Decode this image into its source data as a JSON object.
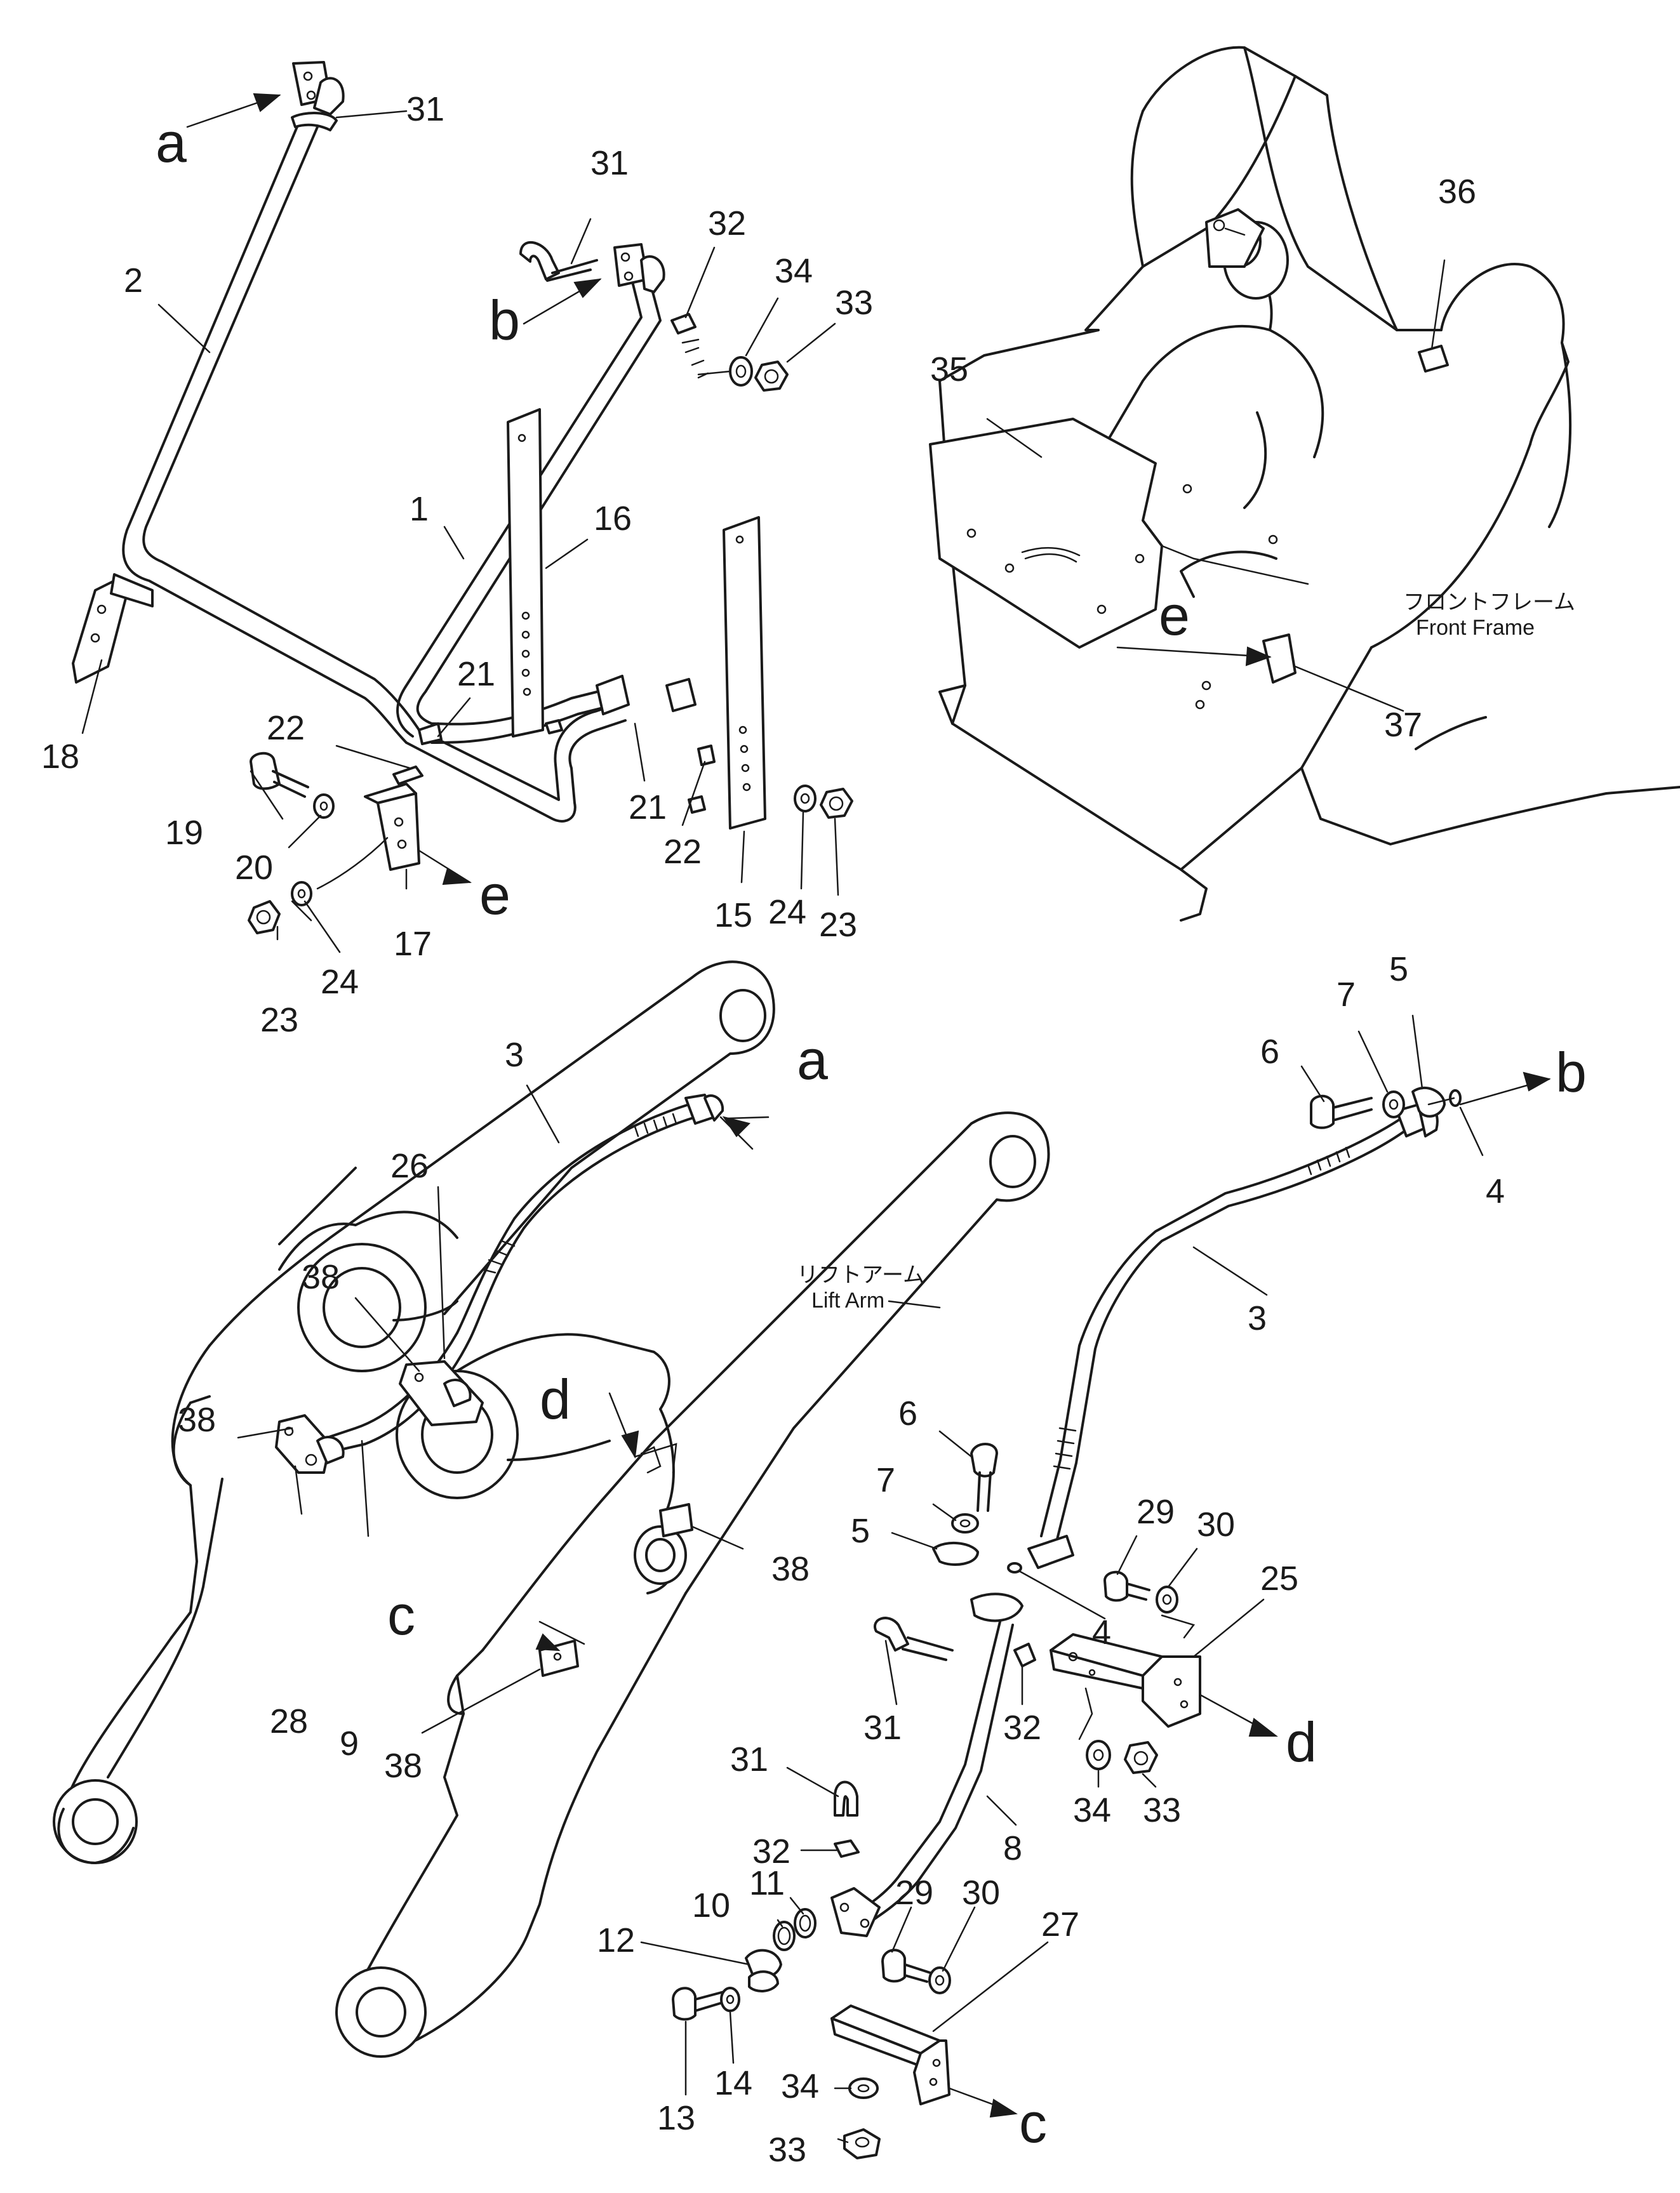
{
  "callouts": [
    {
      "text": "31"
    },
    {
      "text": "2"
    },
    {
      "text": "18"
    },
    {
      "text": "31"
    },
    {
      "text": "32"
    },
    {
      "text": "34"
    },
    {
      "text": "33"
    },
    {
      "text": "1"
    },
    {
      "text": "16"
    },
    {
      "text": "21"
    },
    {
      "text": "22"
    },
    {
      "text": "21"
    },
    {
      "text": "22"
    },
    {
      "text": "19"
    },
    {
      "text": "20"
    },
    {
      "text": "24"
    },
    {
      "text": "23"
    },
    {
      "text": "17"
    },
    {
      "text": "24"
    },
    {
      "text": "23"
    },
    {
      "text": "15"
    },
    {
      "text": "35"
    },
    {
      "text": "36"
    },
    {
      "text": "37"
    },
    {
      "text": "3"
    },
    {
      "text": "26"
    },
    {
      "text": "38"
    },
    {
      "text": "38"
    },
    {
      "text": "28"
    },
    {
      "text": "9"
    },
    {
      "text": "38"
    },
    {
      "text": "38"
    },
    {
      "text": "6"
    },
    {
      "text": "7"
    },
    {
      "text": "5"
    },
    {
      "text": "4"
    },
    {
      "text": "3"
    },
    {
      "text": "6"
    },
    {
      "text": "7"
    },
    {
      "text": "5"
    },
    {
      "text": "29"
    },
    {
      "text": "30"
    },
    {
      "text": "25"
    },
    {
      "text": "4"
    },
    {
      "text": "31"
    },
    {
      "text": "32"
    },
    {
      "text": "34"
    },
    {
      "text": "33"
    },
    {
      "text": "8"
    },
    {
      "text": "31"
    },
    {
      "text": "32"
    },
    {
      "text": "11"
    },
    {
      "text": "10"
    },
    {
      "text": "29"
    },
    {
      "text": "30"
    },
    {
      "text": "27"
    },
    {
      "text": "12"
    },
    {
      "text": "14"
    },
    {
      "text": "34"
    },
    {
      "text": "13"
    },
    {
      "text": "33"
    }
  ],
  "connectors": [
    {
      "text": "a"
    },
    {
      "text": "b"
    },
    {
      "text": "e"
    },
    {
      "text": "e"
    },
    {
      "text": "a"
    },
    {
      "text": "b"
    },
    {
      "text": "d"
    },
    {
      "text": "c"
    },
    {
      "text": "d"
    },
    {
      "text": "c"
    }
  ],
  "captions": {
    "front_frame_jp": "フロントフレーム",
    "front_frame_en": "Front Frame",
    "lift_arm_jp": "リフトアーム",
    "lift_arm_en": "Lift Arm"
  }
}
